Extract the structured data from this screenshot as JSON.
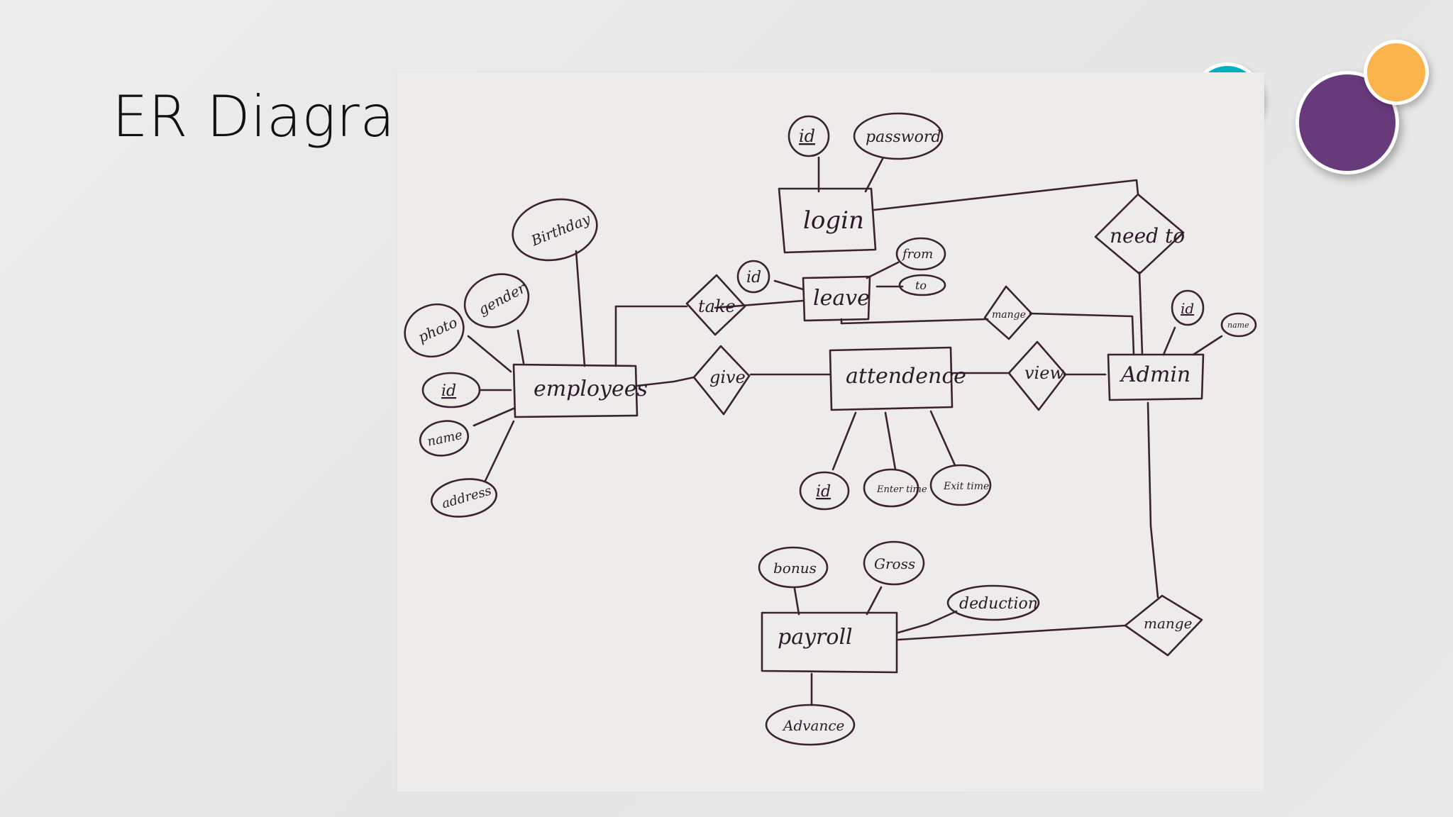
{
  "slide": {
    "title": "ER Diagram"
  },
  "colors": {
    "teal": "#00b0c4",
    "purple": "#673a7c",
    "orange": "#fbb44c",
    "ink": "#3a2230"
  },
  "diagram": {
    "entities": {
      "login": "login",
      "leave": "leave",
      "employees": "employees",
      "attendence": "attendence",
      "admin": "Admin",
      "payroll": "payroll"
    },
    "relationships": {
      "take": "take",
      "give": "give",
      "need_to": "need to",
      "manage_leave": "mange",
      "view": "view",
      "manage_payroll": "mange"
    },
    "attributes": {
      "login_id": "id",
      "login_password": "password",
      "leave_id": "id",
      "leave_from": "from",
      "leave_to": "to",
      "emp_birthday": "Birthday",
      "emp_gender": "gender",
      "emp_photo": "photo",
      "emp_id": "id",
      "emp_name": "name",
      "emp_address": "address",
      "att_id": "id",
      "att_enter": "Enter time",
      "att_exit": "Exit time",
      "admin_id": "id",
      "admin_name": "name",
      "pay_bonus": "bonus",
      "pay_gross": "Gross",
      "pay_deduction": "deduction",
      "pay_advance": "Advance"
    }
  }
}
